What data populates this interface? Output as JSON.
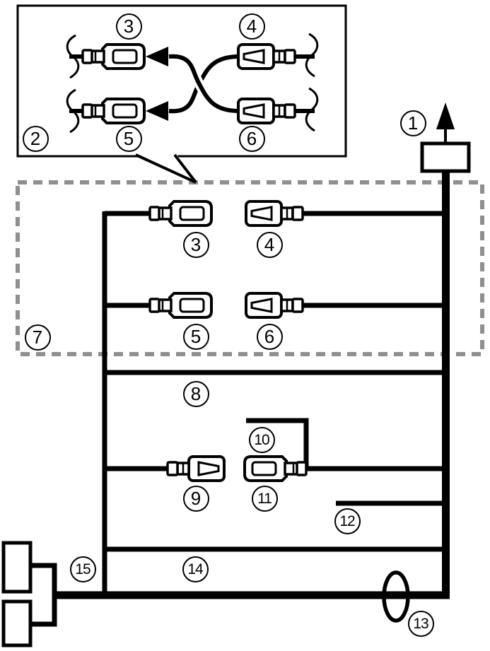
{
  "colors": {
    "line": "#000000",
    "dashed_border": "#8f8f8f",
    "background": "#ffffff"
  },
  "inset": {
    "labels": {
      "n2": "2",
      "n3": "3",
      "n4": "4",
      "n5": "5",
      "n6": "6"
    }
  },
  "main": {
    "labels": {
      "n1": "1",
      "n3": "3",
      "n4": "4",
      "n5": "5",
      "n6": "6",
      "n7": "7",
      "n8": "8",
      "n9": "9",
      "n10": "10",
      "n11": "11",
      "n12": "12",
      "n13": "13",
      "n14": "14",
      "n15": "15"
    }
  }
}
